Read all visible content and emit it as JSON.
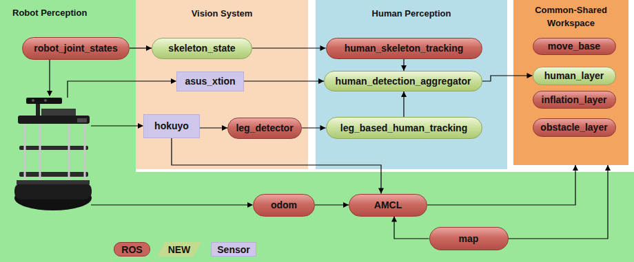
{
  "diagram": {
    "nodes": [
      {
        "text": [
          "Robot Perception"
        ]
      },
      {
        "text": [
          "robot_joint_states"
        ],
        "in": 0
      },
      {
        "text": [
          "Vision System"
        ]
      },
      {
        "text": [
          "skeleton_state"
        ],
        "in": 2
      },
      {
        "text": [
          "asus_xtion"
        ],
        "in": 2
      },
      {
        "text": [
          "hokuyo"
        ],
        "in": 2
      },
      {
        "text": [
          "leg_detector"
        ],
        "in": 2
      },
      {
        "text": [
          "Human Perception"
        ]
      },
      {
        "text": [
          "human_skeleton_tracking"
        ],
        "in": 7
      },
      {
        "text": [
          "human_detection_aggregator"
        ],
        "in": 7
      },
      {
        "text": [
          "leg_based_human_tracking"
        ],
        "in": 7
      },
      {
        "text": [
          "Common-Shared Workspace"
        ]
      },
      {
        "text": [
          "move_base"
        ],
        "in": 11
      },
      {
        "text": [
          "human_layer"
        ],
        "in": 11
      },
      {
        "text": [
          "inflation_layer"
        ],
        "in": 11
      },
      {
        "text": [
          "obstacle_layer"
        ],
        "in": 11
      },
      {
        "text": [
          "odom"
        ]
      },
      {
        "text": [
          "AMCL"
        ]
      },
      {
        "text": [
          "map"
        ]
      }
    ],
    "edges": [
      {
        "from": 1,
        "to": 3,
        "arrow": "to"
      },
      {
        "from": 3,
        "to": 8,
        "arrow": "to"
      },
      {
        "from": 4,
        "to": 9,
        "arrow": "to"
      },
      {
        "from": 5,
        "to": 6,
        "arrow": "to"
      },
      {
        "from": 6,
        "to": 10,
        "arrow": "to"
      },
      {
        "from": 8,
        "to": 9,
        "arrow": "to"
      },
      {
        "from": 10,
        "to": 9,
        "arrow": "to"
      },
      {
        "from": 9,
        "to": 13,
        "arrow": "to"
      },
      {
        "from": 5,
        "to": 17,
        "arrow": "to"
      },
      {
        "from": 16,
        "to": 17,
        "arrow": "to"
      },
      {
        "from": 17,
        "to": 11,
        "arrow": "to"
      },
      {
        "from": 18,
        "to": 11,
        "arrow": "to"
      },
      {
        "from": 18,
        "to": 17,
        "arrow": "to"
      }
    ],
    "legend": [
      {
        "text": "ROS",
        "color": "#c8645c"
      },
      {
        "text": "NEW",
        "color": "#c3db8f"
      },
      {
        "text": "Sensor",
        "color": "#cfc7e9"
      }
    ]
  }
}
